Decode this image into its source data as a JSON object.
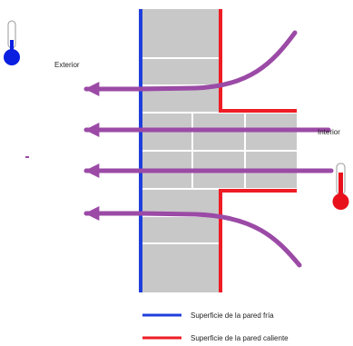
{
  "labels": {
    "exterior": "Exterior",
    "interior": "Interior"
  },
  "legend": [
    {
      "label": "Superficie de la pared fría",
      "color": "#1f3fdc"
    },
    {
      "label": "Superficie de la pared caliente",
      "color": "#ee1c25"
    }
  ],
  "colors": {
    "cold_surface": "#1f3fdc",
    "hot_surface": "#ee1c25",
    "heat_flow": "#9b4aa6",
    "brick": "#c8c8c8",
    "mortar": "#ffffff",
    "cold_thermometer": "#0b1fe0",
    "hot_thermometer": "#e8101a"
  },
  "icons": [
    "cold-thermometer-icon",
    "hot-thermometer-icon"
  ]
}
